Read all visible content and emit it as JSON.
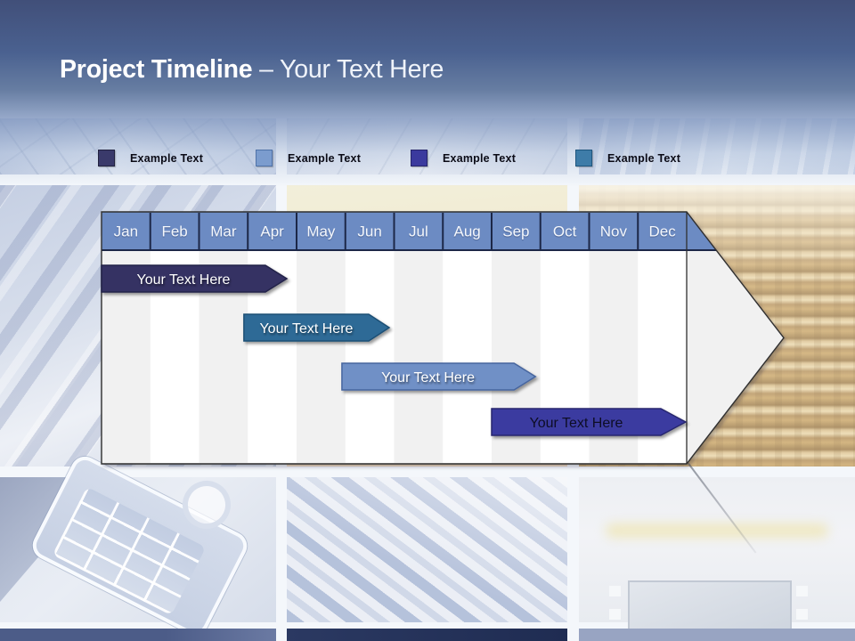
{
  "slide": {
    "title_bold": "Project Timeline",
    "title_regular": " – Your Text Here"
  },
  "legend": {
    "items": [
      {
        "label": "Example Text",
        "swatch_color": "#3A3A6B",
        "swatch_border": "#22223F"
      },
      {
        "label": "Example Text",
        "swatch_color": "#7B9CCE",
        "swatch_border": "#4F72A8"
      },
      {
        "label": "Example Text",
        "swatch_color": "#3B3A9E",
        "swatch_border": "#26256B"
      },
      {
        "label": "Example Text",
        "swatch_color": "#3E7CA8",
        "swatch_border": "#1F567E"
      }
    ],
    "text_color": "#0B0B16"
  },
  "timeline": {
    "months": [
      "Jan",
      "Feb",
      "Mar",
      "Apr",
      "May",
      "Jun",
      "Jul",
      "Aug",
      "Sep",
      "Oct",
      "Nov",
      "Dec"
    ],
    "colors": {
      "header_fill": "#6C8BC3",
      "header_divider": "#1C2747",
      "header_text": "#F4F7FC",
      "arrow_fill": "#F1F1F1",
      "stripe_alt": "#FFFFFF",
      "outline": "#2F2F2F"
    },
    "bars": [
      {
        "label": "Your Text Here",
        "fill": "#343363",
        "border": "#232248",
        "text_color": "#FFFFFF",
        "row": 0,
        "start_month": 0.0,
        "body_end_month": 3.36,
        "tip_end_month": 3.8
      },
      {
        "label": "Your Text Here",
        "fill": "#2F6B96",
        "border": "#1C4F75",
        "text_color": "#FFFFFF",
        "row": 1,
        "start_month": 2.92,
        "body_end_month": 5.48,
        "tip_end_month": 5.9
      },
      {
        "label": "Your Text Here",
        "fill": "#6F90C6",
        "border": "#46659E",
        "text_color": "#FFFFFF",
        "row": 2,
        "start_month": 4.93,
        "body_end_month": 8.46,
        "tip_end_month": 8.9
      },
      {
        "label": "Your Text Here",
        "fill": "#3B3AA0",
        "border": "#28276E",
        "text_color": "#0D0D25",
        "row": 3,
        "start_month": 8.0,
        "body_end_month": 11.47,
        "tip_end_month": 11.98
      }
    ]
  }
}
